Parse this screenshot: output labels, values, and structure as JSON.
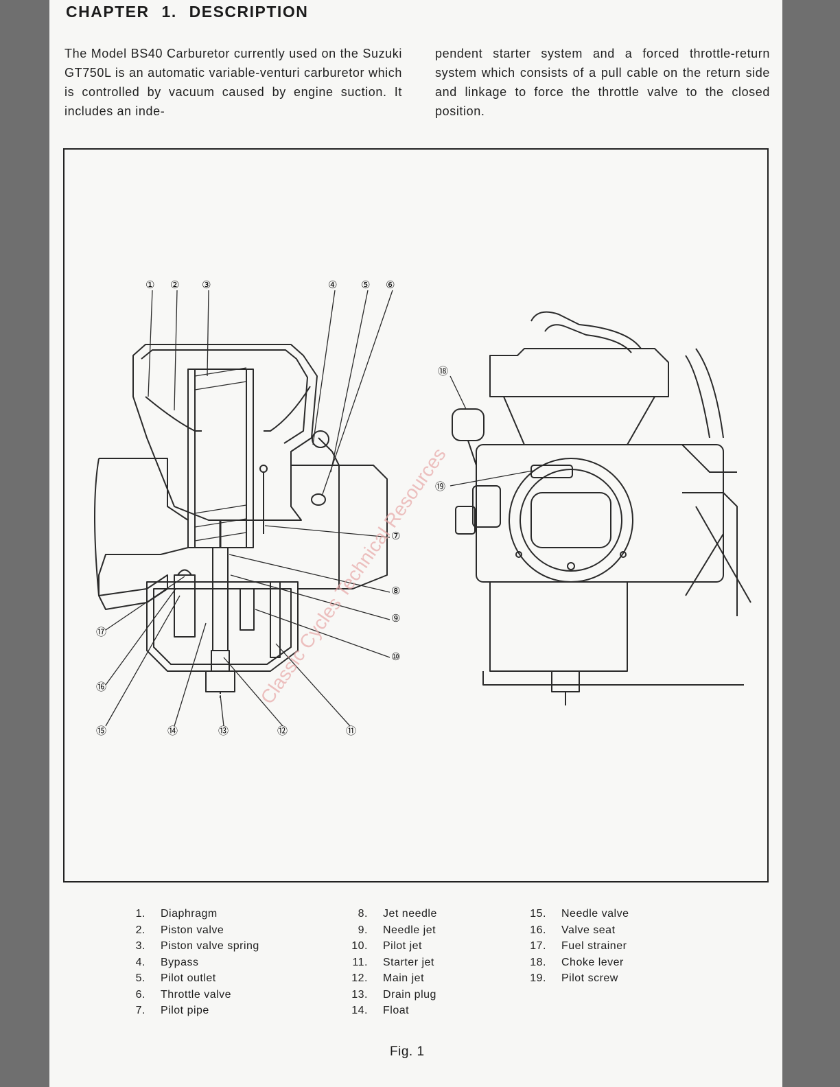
{
  "header": {
    "chapter_title": "CHAPTER 1.   DESCRIPTION"
  },
  "intro": {
    "left_paragraph": "The Model BS40 Carburetor currently used on the Suzuki GT750L is an automatic variable-venturi carburetor which is controlled by vacuum caused by engine suction. It includes an inde-",
    "right_paragraph": "pendent starter system and a forced throttle-return system which consists of a pull cable on the return side and linkage to force the throttle valve to the closed position."
  },
  "figure": {
    "watermark": "Classic Cycles Technical Resources",
    "callouts": [
      "①",
      "②",
      "③",
      "④",
      "⑤",
      "⑥",
      "⑦",
      "⑧",
      "⑨",
      "⑩",
      "⑪",
      "⑫",
      "⑬",
      "⑭",
      "⑮",
      "⑯",
      "⑰",
      "⑱",
      "⑲"
    ],
    "caption": "Fig. 1"
  },
  "parts": {
    "column1": [
      {
        "num": "1.",
        "name": "Diaphragm"
      },
      {
        "num": "2.",
        "name": "Piston valve"
      },
      {
        "num": "3.",
        "name": "Piston valve spring"
      },
      {
        "num": "4.",
        "name": "Bypass"
      },
      {
        "num": "5.",
        "name": "Pilot outlet"
      },
      {
        "num": "6.",
        "name": "Throttle valve"
      },
      {
        "num": "7.",
        "name": "Pilot pipe"
      }
    ],
    "column2": [
      {
        "num": "8.",
        "name": "Jet needle"
      },
      {
        "num": "9.",
        "name": "Needle jet"
      },
      {
        "num": "10.",
        "name": "Pilot jet"
      },
      {
        "num": "11.",
        "name": "Starter jet"
      },
      {
        "num": "12.",
        "name": "Main jet"
      },
      {
        "num": "13.",
        "name": "Drain plug"
      },
      {
        "num": "14.",
        "name": "Float"
      }
    ],
    "column3": [
      {
        "num": "15.",
        "name": "Needle valve"
      },
      {
        "num": "16.",
        "name": "Valve seat"
      },
      {
        "num": "17.",
        "name": "Fuel strainer"
      },
      {
        "num": "18.",
        "name": "Choke lever"
      },
      {
        "num": "19.",
        "name": "Pilot screw"
      }
    ]
  }
}
